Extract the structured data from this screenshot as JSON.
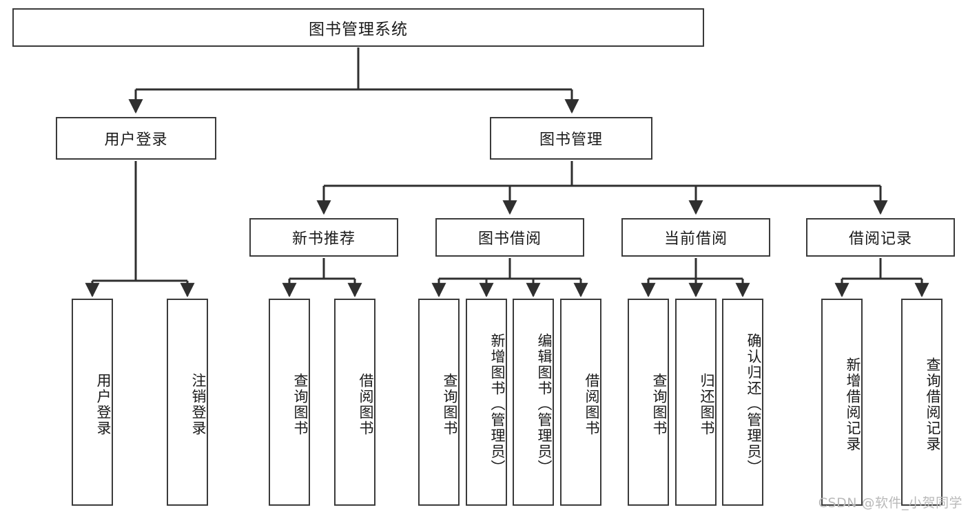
{
  "diagram": {
    "type": "tree",
    "title": "图书管理系统",
    "orientation": "top-down",
    "colors": {
      "box_border": "#3a3a3a",
      "box_fill": "#ffffff",
      "edge": "#2f2f2f",
      "text": "#1a1a1a",
      "watermark": "#b9b9b9",
      "background": "#ffffff"
    }
  },
  "root": {
    "label": "图书管理系统"
  },
  "level2": [
    {
      "label": "用户登录"
    },
    {
      "label": "图书管理"
    }
  ],
  "level3": [
    {
      "label": "新书推荐"
    },
    {
      "label": "图书借阅"
    },
    {
      "label": "当前借阅"
    },
    {
      "label": "借阅记录"
    }
  ],
  "leaves": {
    "user_login": [
      {
        "label": "用户登录"
      },
      {
        "label": "注销登录"
      }
    ],
    "new_book_recommend": [
      {
        "label": "查询图书"
      },
      {
        "label": "借阅图书"
      }
    ],
    "book_borrow": [
      {
        "label": "查询图书"
      },
      {
        "label": "新增图书（管理员）"
      },
      {
        "label": "编辑图书（管理员）"
      },
      {
        "label": "借阅图书"
      }
    ],
    "current_borrow": [
      {
        "label": "查询图书"
      },
      {
        "label": "归还图书"
      },
      {
        "label": "确认归还（管理员）"
      }
    ],
    "borrow_record": [
      {
        "label": "新增借阅记录"
      },
      {
        "label": "查询借阅记录"
      }
    ]
  },
  "watermark": {
    "text": "CSDN @软件_小贺同学"
  }
}
